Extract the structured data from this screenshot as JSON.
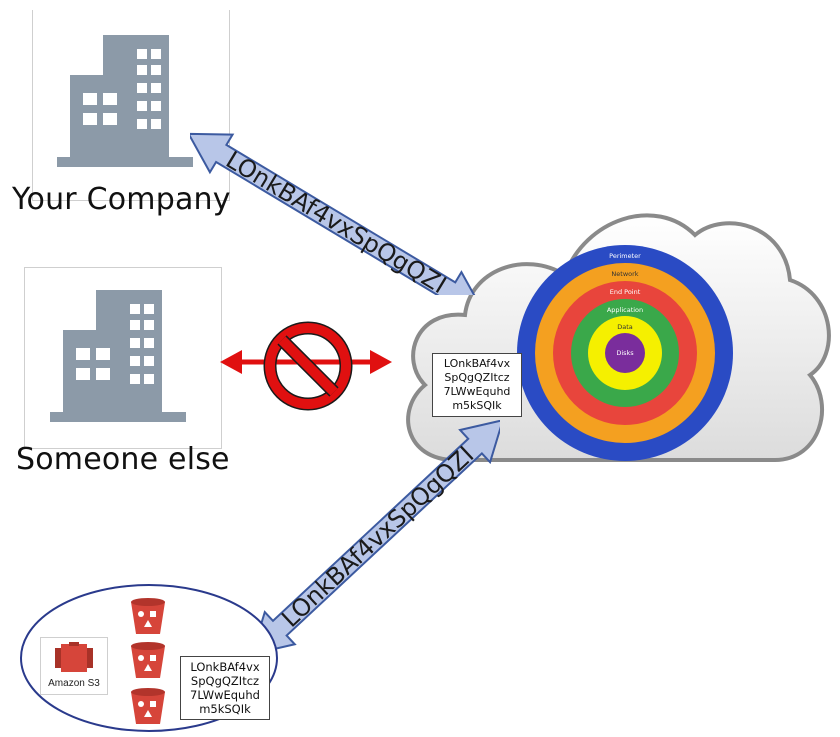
{
  "labels": {
    "your_company": "Your Company",
    "someone_else": "Someone else",
    "amazon_s3": "Amazon S3"
  },
  "arrows": {
    "top_text": "LOnkBAf4vxSpQgQZI",
    "bottom_text": "LOnkBAf4vxSpQgQZI"
  },
  "cloud_key": [
    "LOnkBAf4vx",
    "SpQgQZItcz",
    "7LWwEquhd",
    "m5kSQIk"
  ],
  "s3_key": [
    "LOnkBAf4vx",
    "SpQgQZItcz",
    "7LWwEquhd",
    "m5kSQIk"
  ],
  "rings": [
    {
      "label": "Perimeter",
      "color": "#2a4bc4"
    },
    {
      "label": "Network",
      "color": "#f4a020"
    },
    {
      "label": "End Point",
      "color": "#e8453c"
    },
    {
      "label": "Application",
      "color": "#3aa84a"
    },
    {
      "label": "Data",
      "color": "#f5f000"
    },
    {
      "label": "Disks",
      "color": "#7a2d9c"
    }
  ],
  "colors": {
    "building": "#8c9aa8",
    "arrow_fill": "#b8c6e8",
    "arrow_stroke": "#3c5aa0",
    "blocked_arrow": "#e01010",
    "no_sign": "#e01010",
    "s3_bucket": "#d6453a"
  }
}
